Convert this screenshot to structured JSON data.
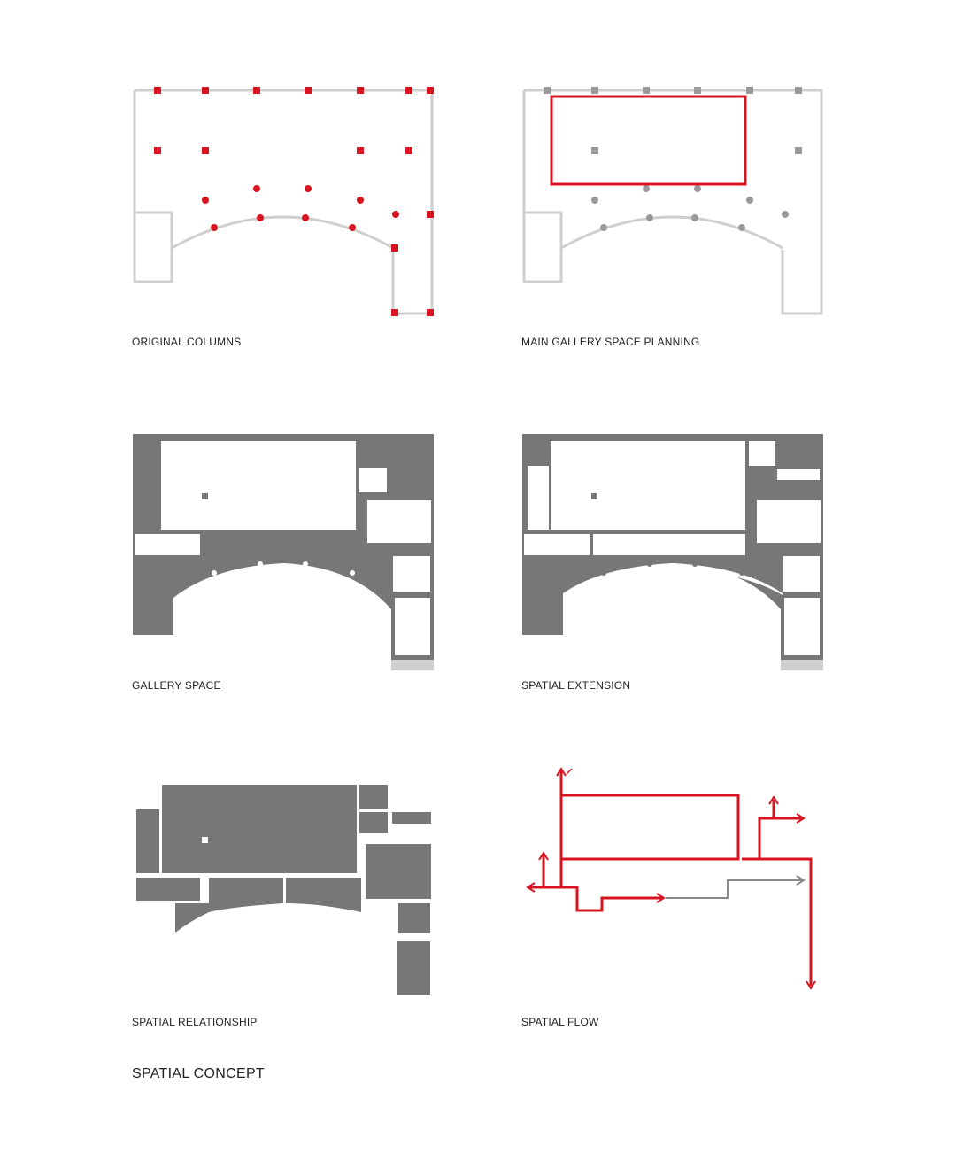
{
  "panels": {
    "original_columns": {
      "caption": "ORIGINAL COLUMNS"
    },
    "main_gallery_planning": {
      "caption": "MAIN GALLERY SPACE PLANNING"
    },
    "gallery_space": {
      "caption": "GALLERY SPACE"
    },
    "spatial_extension": {
      "caption": "SPATIAL EXTENSION"
    },
    "spatial_relationship": {
      "caption": "SPATIAL RELATIONSHIP"
    },
    "spatial_flow": {
      "caption": "SPATIAL FLOW"
    }
  },
  "footer": {
    "title": "SPATIAL CONCEPT"
  },
  "colors": {
    "accent": "#d7141f",
    "wall": "#c8c8c8",
    "mass": "#777777",
    "column_gray": "#9a9a9a"
  }
}
